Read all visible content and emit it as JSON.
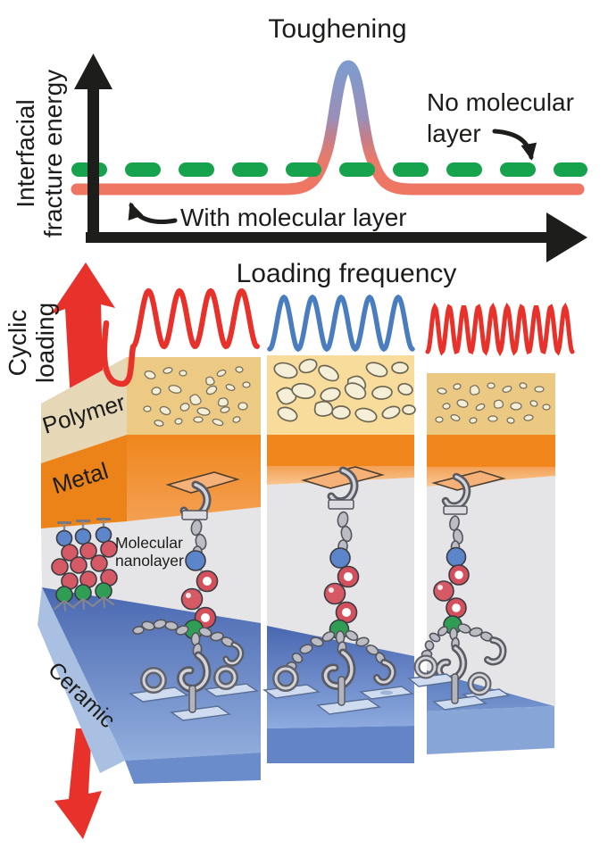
{
  "figure": {
    "chart": {
      "title": "Toughening",
      "y_axis_label": [
        "Interfacial",
        "fracture energy"
      ],
      "x_axis_label": "Loading frequency",
      "series_labels": {
        "no_layer": [
          "No molecular",
          "layer"
        ],
        "with_layer": "With molecular layer"
      }
    },
    "cyclic_loading_label": [
      "Cyclic",
      "loading"
    ],
    "nanolayer_label": [
      "Molecular",
      "nanolayer"
    ],
    "material_labels": {
      "polymer": "Polymer",
      "metal": "Metal",
      "ceramic": "Ceramic"
    }
  },
  "chart_data": {
    "type": "line",
    "title": "Toughening",
    "xlabel": "Loading frequency",
    "ylabel": "Interfacial fracture energy",
    "axes_ticks": "none (conceptual schematic, unlabeled axes)",
    "legend_position": "inline annotations with curved black arrows",
    "series": [
      {
        "name": "No molecular layer",
        "style": "dashed",
        "color": "#17a24e",
        "shape": "flat constant line across all loading frequencies",
        "relative_level": 1.0
      },
      {
        "name": "With molecular layer",
        "style": "solid",
        "color": "#ee7662",
        "peak_color": "#7f9bce",
        "shape": "flat baseline slightly below the dashed line with a sharp resonance peak (labeled Toughening) at intermediate loading frequency",
        "relative_baseline": 0.9,
        "relative_peak": 3.4,
        "peak_x_fraction": 0.54
      }
    ]
  },
  "waveforms": [
    {
      "name": "low-frequency",
      "color": "#e8312a",
      "cycles": 4
    },
    {
      "name": "intermediate-frequency",
      "color": "#4a7dbf",
      "cycles": 5
    },
    {
      "name": "high-frequency",
      "color": "#e8312a",
      "cycles": 10
    }
  ],
  "colors": {
    "axis_black": "#1d1d1b",
    "dashed_green": "#17a24e",
    "curve_salmon": "#ee7662",
    "curve_peak_blue": "#7f9bce",
    "arrow_red": "#e8312a",
    "wave_blue": "#4a7dbf",
    "polymer_tan": "#ecca84",
    "polymer_mid_tan": "#f7dc9c",
    "void_cream": "#f5efd8",
    "metal_orange": "#f0861c",
    "gap_gray": "#e5e5e7",
    "ceramic_blue_dark": "#4967b0",
    "ceramic_blue_light": "#96b2e0",
    "bead_blue": "#5c86c9",
    "bead_red": "#d65a66",
    "bead_green": "#2f9e54",
    "chain_gray": "#bcbcc4"
  }
}
